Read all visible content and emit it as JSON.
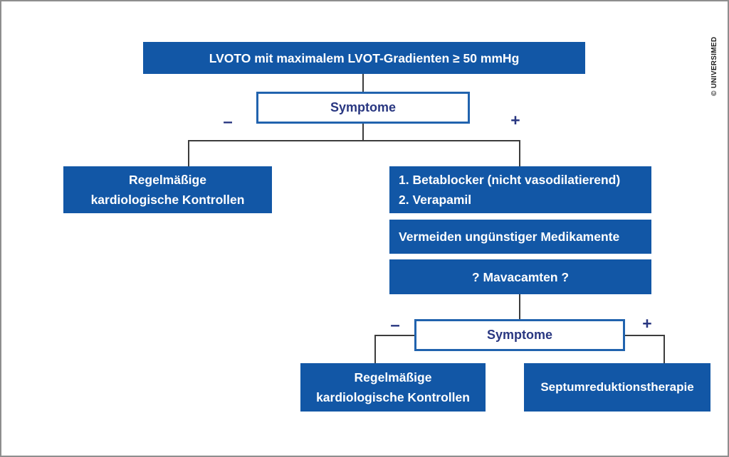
{
  "credit": "© UNIVERSIMED",
  "colors": {
    "box_blue": "#1257a6",
    "decision_border": "#2163ae",
    "navy_text": "#293781",
    "connector_line": "#3c3c3c",
    "canvas_border": "#8e8e8e",
    "box_text": "#ffffff"
  },
  "flow": {
    "root": {
      "label": "LVOTO mit maximalem LVOT-Gradienten ≥ 50 mmHg"
    },
    "decision1": {
      "label": "Symptome",
      "negative_sign": "–",
      "positive_sign": "+"
    },
    "negative_branch": {
      "lines": [
        "Regelmäßige",
        "kardiologische Kontrollen"
      ]
    },
    "positive_branch": {
      "medication": {
        "lines": [
          "1. Betablocker (nicht vasodilatierend)",
          "2. Verapamil"
        ]
      },
      "avoid": {
        "label": "Vermeiden ungünstiger Medikamente"
      },
      "mavacamten": {
        "label": "? Mavacamten ?"
      }
    },
    "decision2": {
      "label": "Symptome",
      "negative_sign": "–",
      "positive_sign": "+"
    },
    "outcome_negative": {
      "lines": [
        "Regelmäßige",
        "kardiologische Kontrollen"
      ]
    },
    "outcome_positive": {
      "label": "Septumreduktionstherapie"
    }
  }
}
